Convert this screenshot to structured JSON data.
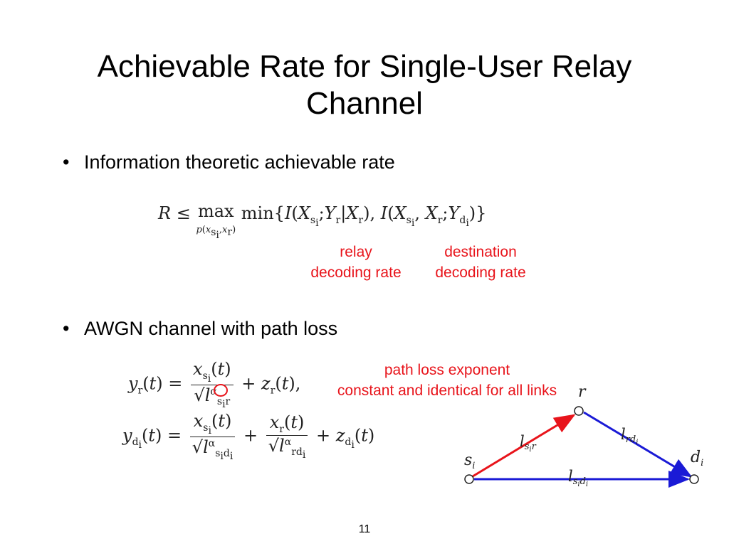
{
  "slide": {
    "title_line1": "Achievable Rate for Single-User Relay",
    "title_line2": "Channel",
    "page_number": "11"
  },
  "bullets": [
    {
      "text": "Information theoretic achievable rate"
    },
    {
      "text": "AWGN channel with path loss"
    }
  ],
  "annotations": {
    "relay_rate_line1": "relay",
    "relay_rate_line2": "decoding rate",
    "dest_rate_line1": "destination",
    "dest_rate_line2": "decoding rate",
    "path_loss_line1": "path loss exponent",
    "path_loss_line2": "constant and identical for all links"
  },
  "diagram": {
    "node_relay": "r",
    "node_source": "s",
    "node_source_sub": "i",
    "node_dest": "d",
    "node_dest_sub": "i",
    "link_sr": "l",
    "link_sr_sub": "s",
    "link_sr_subsub": "i",
    "link_sr_sub2": "r",
    "link_rd": "l",
    "link_rd_sub": "rd",
    "link_rd_subsub": "i",
    "link_sd": "l",
    "link_sd_sub": "s",
    "link_sd_subsub": "i",
    "link_sd_sub2": "d",
    "link_sd_subsub2": "i",
    "colors": {
      "source_relay_link": "#e8141b",
      "direct_and_relay_dest_link": "#1a1ad6",
      "annotation_text": "#e8141b"
    }
  }
}
